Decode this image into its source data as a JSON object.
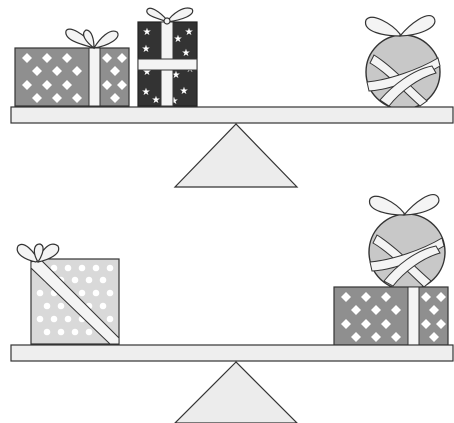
{
  "colors": {
    "background": "#ffffff",
    "outline": "#333333",
    "plank": "#eeeeee",
    "fulcrum": "#ececec",
    "diamond_box": "#8f8f8f",
    "star_box": "#333333",
    "dotted_box": "#d9d9d9",
    "ball": "#c8c8c8",
    "ribbon": "#f4f4f4"
  },
  "balances": [
    {
      "id": "top-balance",
      "left_pan": [
        "diamond-gift-box",
        "star-gift-box"
      ],
      "right_pan": [
        "wrapped-ball-gift"
      ]
    },
    {
      "id": "bottom-balance",
      "left_pan": [
        "dotted-gift-box"
      ],
      "right_pan": [
        "wrapped-ball-gift",
        "diamond-gift-box"
      ]
    }
  ]
}
